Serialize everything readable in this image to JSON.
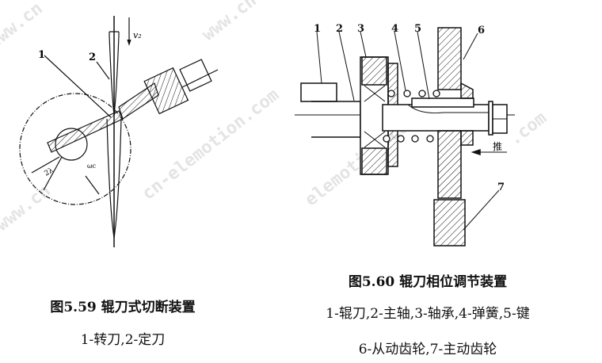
{
  "watermark": "www.cn-elemotion.com",
  "figure_559": {
    "title": "图5.59 辊刀式切断装置",
    "legend": "1-转刀,2-定刀",
    "labels": {
      "part1": "1",
      "part2": "2",
      "velocity": "v₂",
      "radius": "2λ",
      "angle": "ωc"
    }
  },
  "figure_560": {
    "title": "图5.60 辊刀相位调节装置",
    "legend_line1": "1-辊刀,2-主轴,3-轴承,4-弹簧,5-键",
    "legend_line2": "6-从动齿轮,7-主动齿轮",
    "labels": {
      "p1": "1",
      "p2": "2",
      "p3": "3",
      "p4": "4",
      "p5": "5",
      "p6": "6",
      "p7": "7",
      "push": "推"
    }
  }
}
